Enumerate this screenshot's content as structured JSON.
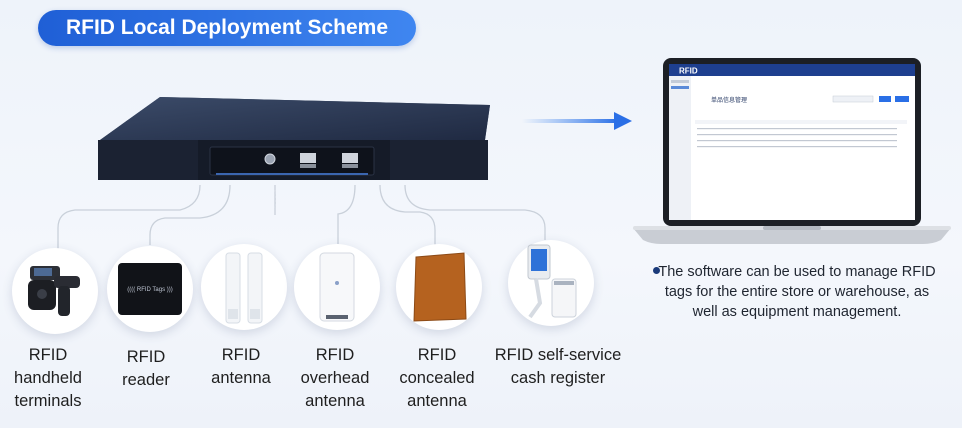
{
  "header": {
    "title": "RFID Local Deployment Scheme"
  },
  "server": {
    "ports": [
      "Power",
      "USB",
      "USB"
    ]
  },
  "devices": [
    {
      "id": "handheld",
      "label_lines": [
        "RFID",
        "handheld",
        "terminals"
      ]
    },
    {
      "id": "reader",
      "label_lines": [
        "RFID",
        "reader"
      ]
    },
    {
      "id": "antenna",
      "label_lines": [
        "RFID",
        "antenna"
      ]
    },
    {
      "id": "overhead",
      "label_lines": [
        "RFID",
        "overhead",
        "antenna"
      ]
    },
    {
      "id": "concealed",
      "label_lines": [
        "RFID",
        "concealed",
        "antenna"
      ]
    },
    {
      "id": "cash",
      "label_lines": [
        "RFID self-service",
        "cash register"
      ]
    }
  ],
  "reader_screen_text": "(((( RFID Tags )))",
  "laptop": {
    "app_logo": "RFID",
    "page_heading": "单品信息管理"
  },
  "description": "The software can be used to manage RFID tags for the entire store or warehouse, as well as equipment management.",
  "colors": {
    "accent": "#2a6fe6",
    "dark": "#1a3a7a"
  }
}
